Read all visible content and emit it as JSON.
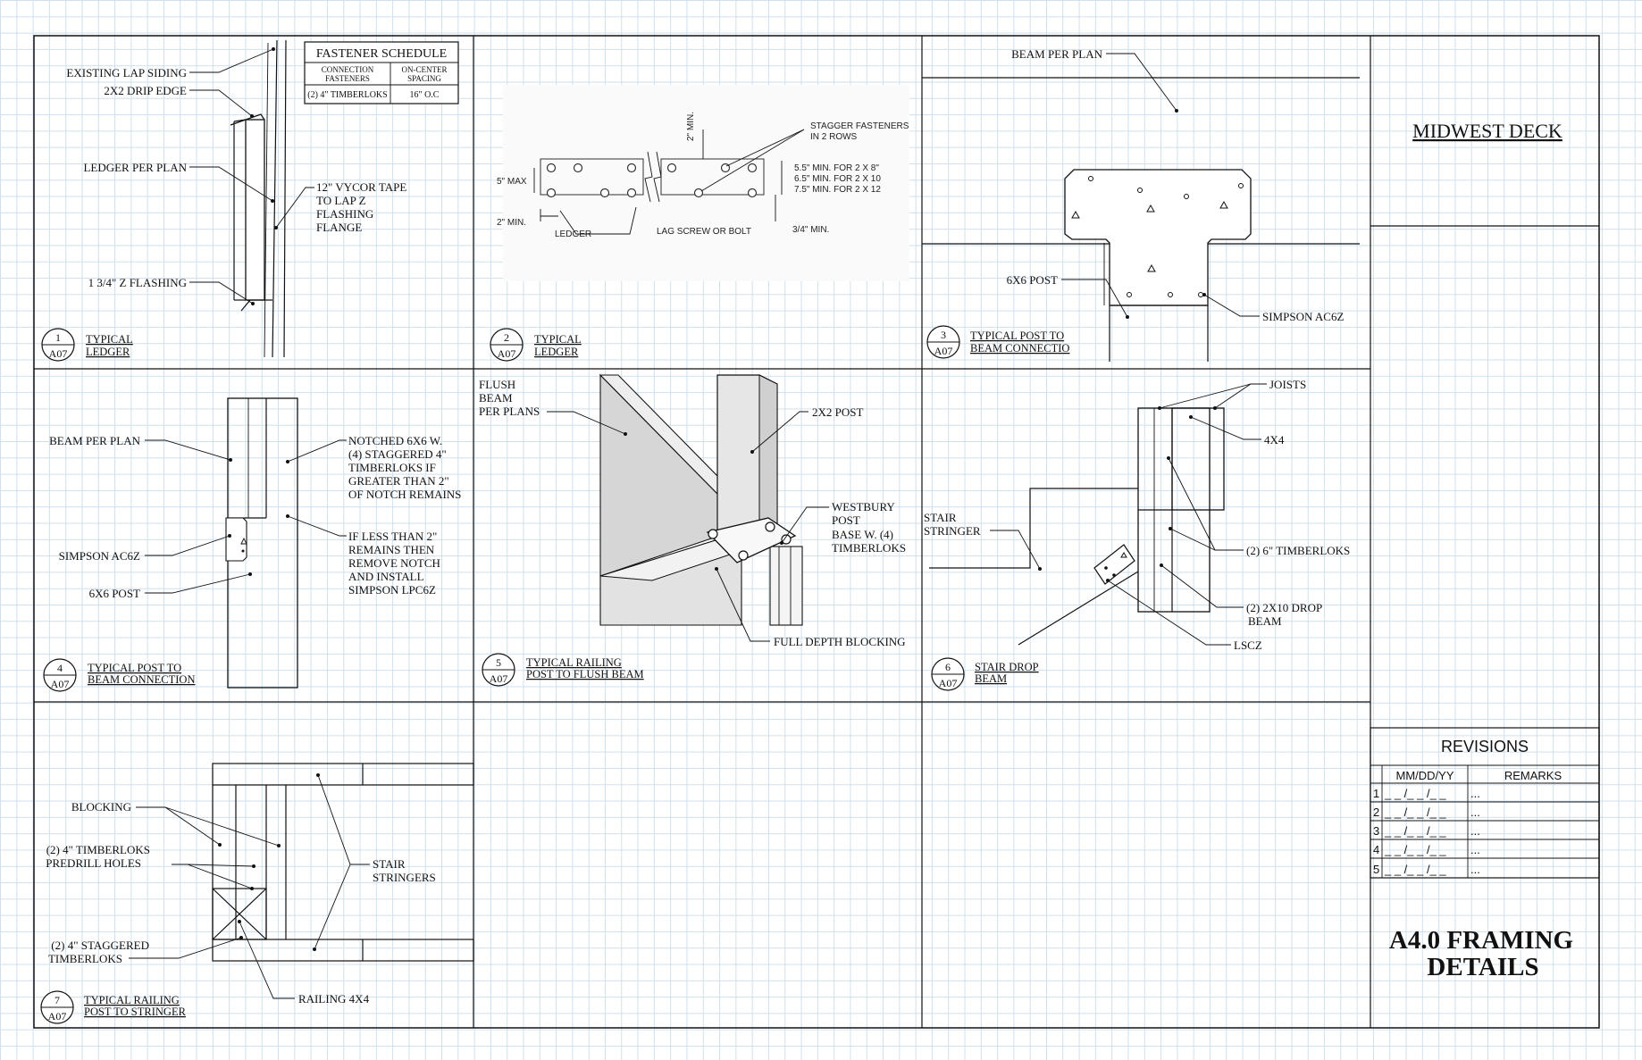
{
  "title_block": {
    "company": "MIDWEST DECK",
    "sheet_title_line1": "A4.0 FRAMING",
    "sheet_title_line2": "DETAILS",
    "revisions_title": "REVISIONS",
    "revisions_headers": [
      "MM/DD/YY",
      "REMARKS"
    ],
    "revisions": [
      {
        "num": "1",
        "date": "_ _ /_ _ /_ _",
        "remark": "..."
      },
      {
        "num": "2",
        "date": "_ _ /_ _ /_ _",
        "remark": "..."
      },
      {
        "num": "3",
        "date": "_ _ /_ _ /_ _",
        "remark": "..."
      },
      {
        "num": "4",
        "date": "_ _ /_ _ /_ _",
        "remark": "..."
      },
      {
        "num": "5",
        "date": "_ _ /_ _ /_ _",
        "remark": "..."
      }
    ]
  },
  "details": {
    "d1": {
      "num": "1",
      "sheet": "A07",
      "title1": "TYPICAL",
      "title2": "LEDGER",
      "labels": {
        "siding": "EXISTING LAP SIDING",
        "drip": "2X2 DRIP EDGE",
        "ledger": "LEDGER PER PLAN",
        "tape1": "12\" VYCOR TAPE",
        "tape2": "TO LAP Z",
        "tape3": "FLASHING",
        "tape4": "FLANGE",
        "zflash": "1 3/4\" Z FLASHING"
      },
      "schedule": {
        "title": "FASTENER SCHEDULE",
        "col1a": "CONNECTION",
        "col1b": "FASTENERS",
        "col2a": "ON-CENTER",
        "col2b": "SPACING",
        "row_fastener": "(2) 4\" TIMBERLOKS",
        "row_spacing": "16\" O.C"
      }
    },
    "d2": {
      "num": "2",
      "sheet": "A07",
      "title1": "TYPICAL",
      "title2": "LEDGER",
      "labels": {
        "stagger1": "STAGGER FASTENERS",
        "stagger2": "IN 2 ROWS",
        "min5": "5\" MAX",
        "min2": "2\" MIN.",
        "ledger": "LEDGER",
        "lag": "LAG SCREW OR BOLT",
        "min34": "3/4\" MIN.",
        "min8": "5.5\" MIN. FOR 2 X 8\"",
        "min10": "6.5\" MIN. FOR 2 X 10",
        "min12": "7.5\" MIN. FOR 2 X 12",
        "top_min": "2\" MIN."
      }
    },
    "d3": {
      "num": "3",
      "sheet": "A07",
      "title1": "TYPICAL POST TO",
      "title2": "BEAM CONNECTIO",
      "labels": {
        "beam": "BEAM PER PLAN",
        "post": "6X6 POST",
        "simpson": "SIMPSON AC6Z"
      }
    },
    "d4": {
      "num": "4",
      "sheet": "A07",
      "title1": "TYPICAL POST TO",
      "title2": "BEAM CONNECTION",
      "labels": {
        "beam": "BEAM PER PLAN",
        "simpson": "SIMPSON AC6Z",
        "post": "6X6 POST",
        "notch": [
          "NOTCHED 6X6 W.",
          "(4) STAGGERED 4\"",
          "TIMBERLOKS IF",
          "GREATER THAN 2\"",
          "OF NOTCH REMAINS"
        ],
        "less": [
          "IF LESS THAN 2\"",
          "REMAINS THEN",
          "REMOVE NOTCH",
          "AND INSTALL",
          "SIMPSON LPC6Z"
        ]
      }
    },
    "d5": {
      "num": "5",
      "sheet": "A07",
      "title1": "TYPICAL RAILING",
      "title2": "POST TO FLUSH BEAM",
      "labels": {
        "flush": [
          "FLUSH",
          "BEAM",
          "PER PLANS"
        ],
        "post": "2X2 POST",
        "westbury": [
          "WESTBURY",
          "POST",
          "BASE W. (4)",
          "TIMBERLOKS"
        ],
        "blocking": "FULL DEPTH BLOCKING"
      }
    },
    "d6": {
      "num": "6",
      "sheet": "A07",
      "title1": "STAIR DROP",
      "title2": "BEAM",
      "labels": {
        "joists": "JOISTS",
        "x44": "4X4",
        "stair": [
          "STAIR",
          "STRINGER"
        ],
        "timberloks": "(2) 6\" TIMBERLOKS",
        "drop": [
          "(2) 2X10 DROP",
          "BEAM"
        ],
        "lscz": "LSCZ"
      }
    },
    "d7": {
      "num": "7",
      "sheet": "A07",
      "title1": "TYPICAL RAILING",
      "title2": "POST TO STRINGER",
      "labels": {
        "blocking": "BLOCKING",
        "predrill": [
          "(2) 4\" TIMBERLOKS",
          "PREDRILL HOLES"
        ],
        "staggered": [
          "(2) 4\" STAGGERED",
          "TIMBERLOKS"
        ],
        "stringers": [
          "STAIR",
          "STRINGERS"
        ],
        "railing": "RAILING 4X4"
      }
    }
  }
}
